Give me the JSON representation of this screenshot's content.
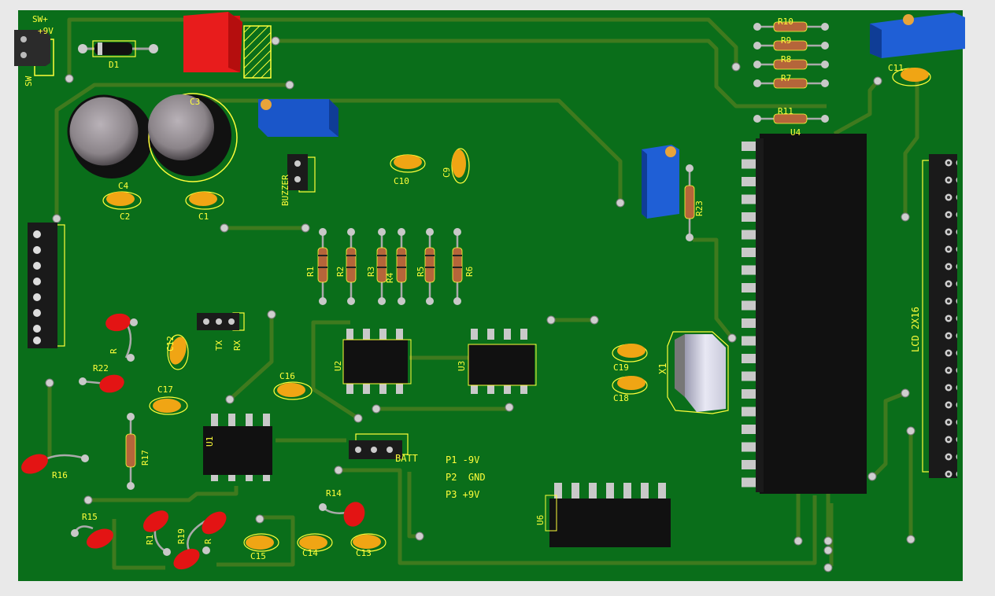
{
  "labels": {
    "sw": "SW+",
    "plus9v": "+9V",
    "sw_side": "SW",
    "d1": "D1",
    "c3": "C3",
    "c4": "C4",
    "c2": "C2",
    "c1": "C1",
    "buzzer": "BUZZER",
    "c10": "C10",
    "c9": "C9",
    "r1": "R1",
    "r2": "R2",
    "r3": "R3",
    "r4": "R4",
    "r5": "R5",
    "r6": "R6",
    "r7": "R7",
    "r8": "R8",
    "r9": "R9",
    "r10": "R10",
    "r11": "R11",
    "r14": "R14",
    "r15": "R15",
    "r16": "R16",
    "r17": "R17",
    "r18": "R1",
    "r19": "R19",
    "r20": "R",
    "r21": "R",
    "r22": "R22",
    "r23": "R23",
    "c11": "C11",
    "c12": "C12",
    "c13": "C13",
    "c14": "C14",
    "c15": "C15",
    "c16": "C16",
    "c17": "C17",
    "c18": "C18",
    "c19": "C19",
    "u1": "U1",
    "u2": "U2",
    "u3": "U3",
    "u4": "U4",
    "u6": "U6",
    "x1": "X1",
    "tx": "TX",
    "rx": "RX",
    "batt": "BATT",
    "lcd": "LCD 2X16",
    "p1": "P1 -9V",
    "p2": "P2  GND",
    "p3": "P3 +9V"
  },
  "colors": {
    "board": "#0a6e1a",
    "trace": "#3f7a1e",
    "silk": "#ffff3a",
    "pad": "#cccccc",
    "ic": "#111111",
    "cap": "#f0a514",
    "led": "#e31414",
    "trimmer": "#1f5fd6",
    "relay": "#e21616"
  }
}
